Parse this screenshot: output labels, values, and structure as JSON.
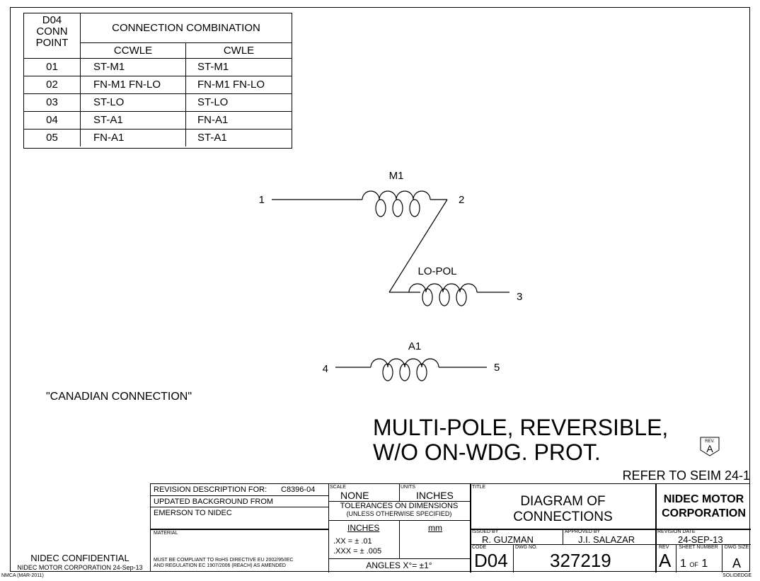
{
  "table": {
    "header_point": [
      "D04",
      "CONN",
      "POINT"
    ],
    "header_combination": "CONNECTION COMBINATION",
    "col_ccwle": "CCWLE",
    "col_cwle": "CWLE",
    "rows": [
      {
        "point": "01",
        "ccwle": "ST-M1",
        "cwle": "ST-M1"
      },
      {
        "point": "02",
        "ccwle": "FN-M1  FN-LO",
        "cwle": "FN-M1  FN-LO"
      },
      {
        "point": "03",
        "ccwle": "ST-LO",
        "cwle": "ST-LO"
      },
      {
        "point": "04",
        "ccwle": "ST-A1",
        "cwle": "FN-A1"
      },
      {
        "point": "05",
        "ccwle": "FN-A1",
        "cwle": "ST-A1"
      }
    ]
  },
  "diagram": {
    "coil_m1": "M1",
    "coil_lopol": "LO-POL",
    "coil_a1": "A1",
    "terminals": [
      "1",
      "2",
      "3",
      "4",
      "5"
    ]
  },
  "canadian_note": "\"CANADIAN CONNECTION\"",
  "big_title_line1": "MULTI-POLE, REVERSIBLE,",
  "big_title_line2": "W/O ON-WDG. PROT.",
  "rev_badge_label": "REV.",
  "rev_badge_value": "A",
  "refer": "REFER TO SEIM 24-1",
  "confidential": "NIDEC CONFIDENTIAL",
  "confidential_sub": "NIDEC MOTOR CORPORATION 24-Sep-13",
  "title_block": {
    "rev_desc_label": "REVISION DESCRIPTION FOR:",
    "rev_desc_code": "C8396-04",
    "rev_desc_line2": "UPDATED BACKGROUND FROM",
    "rev_desc_line3": "EMERSON TO NIDEC",
    "material_label": "MATERIAL",
    "compliance_line1": "MUST BE COMPLIANT TO RoHS DIRECTIVE EU 2002/95/IEC",
    "compliance_line2": "AND REGULATION EC 1907/2006 (REACH) AS AMENDED",
    "scale_label": "SCALE",
    "scale_value": "NONE",
    "units_label": "UNITS",
    "units_value": "INCHES",
    "tolerances_line1": "TOLERANCES ON DIMENSIONS",
    "tolerances_line2": "(UNLESS OTHERWISE SPECIFIED)",
    "inches_label": "INCHES",
    "mm_label": "mm",
    "tol_xx": ".XX = ± .01",
    "tol_xxx": ".XXX = ± .005",
    "angles": "ANGLES  X°= ±1°",
    "title_label": "TITLE",
    "title_line1": "DIAGRAM OF",
    "title_line2": "CONNECTIONS",
    "company_line1": "NIDEC MOTOR",
    "company_line2": "CORPORATION",
    "issued_by_label": "ISSUED BY",
    "issued_by": "R. GUZMAN",
    "approved_by_label": "APPROVED BY",
    "approved_by": "J.I. SALAZAR",
    "revision_date_label": "REVISION DATE",
    "revision_date": "24-SEP-13",
    "code_label": "CODE",
    "code": "D04",
    "dwg_no_label": "DWG NO.",
    "dwg_no": "327219",
    "rev_label": "REV",
    "rev": "A",
    "sheet_label": "SHEET NUMBER",
    "sheet_num": "1",
    "sheet_of": "OF",
    "sheet_total": "1",
    "dwg_size_label": "DWG SIZE",
    "dwg_size": "A"
  },
  "footer_left": "NMCA (MAR-2011)",
  "footer_right": "SOLIDEDGE"
}
